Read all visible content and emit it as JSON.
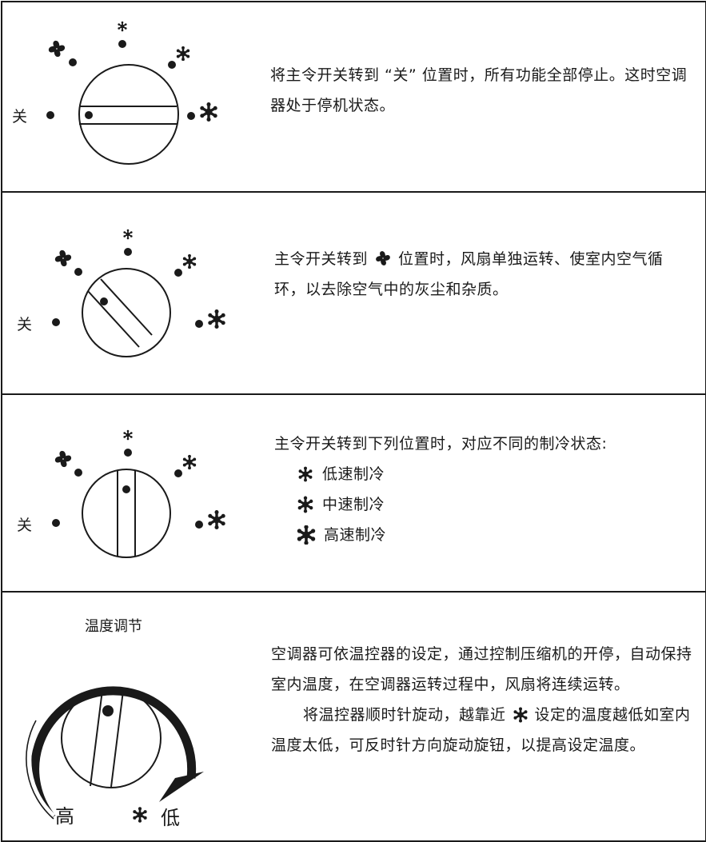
{
  "labels": {
    "off": "关"
  },
  "panels": [
    {
      "text": "将主令开关转到 “关” 位置时，所有功能全部停止。这时空调器处于停机状态。"
    },
    {
      "text_before": "主令开关转到",
      "text_after": "位置时，风扇单独运转、使室内空气循环，以去除空气中的灰尘和杂质。",
      "inline_icon": "fan-icon"
    },
    {
      "intro": "主令开关转到下列位置时，对应不同的制冷状态:",
      "modes": [
        {
          "icon": "snowflake-small-icon",
          "label": "低速制冷"
        },
        {
          "icon": "snowflake-medium-icon",
          "label": "中速制冷"
        },
        {
          "icon": "snowflake-large-icon",
          "label": "高速制冷"
        }
      ]
    },
    {
      "title": "温度调节",
      "para1": "空调器可依温控器的设定，通过控制压缩机的开停，自动保持室内温度，在空调器运转过程中，风扇将连续运转。",
      "para2_before": "将温控器顺时针旋动，越靠近",
      "para2_after": "设定的温度越低如室内温度太低，可反时针方向旋动旋钮，以提高设定温度。",
      "high_label": "高",
      "low_label": "低"
    }
  ]
}
